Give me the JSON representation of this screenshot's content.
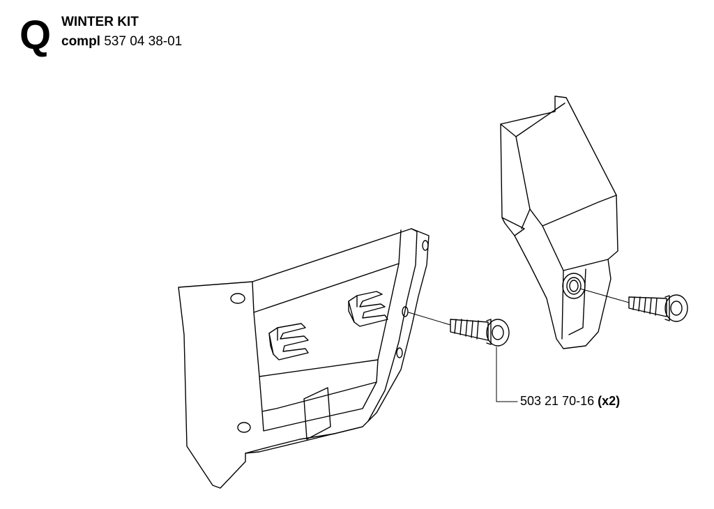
{
  "header": {
    "section_letter": "Q",
    "title": "WINTER KIT",
    "compl_label": "compl",
    "kit_number": "537 04 38-01"
  },
  "parts": [
    {
      "part_number": "503 21 70-16",
      "quantity": "(x2)"
    }
  ]
}
